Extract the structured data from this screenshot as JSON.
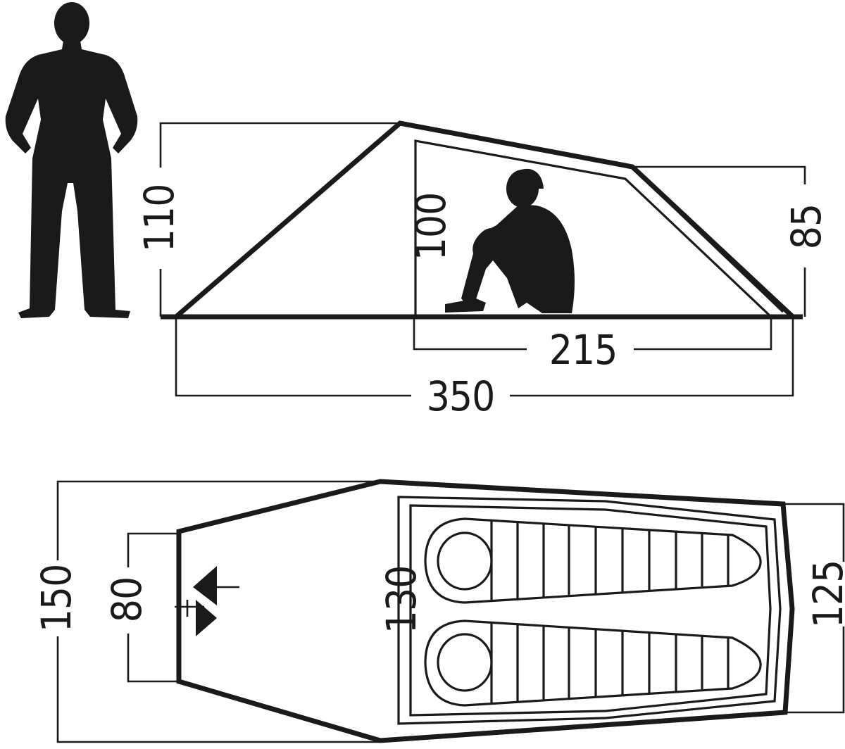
{
  "side_view": {
    "height_total": "110",
    "height_inner": "100",
    "height_rear": "85",
    "length_inner": "215",
    "length_total": "350"
  },
  "top_view": {
    "width_total": "150",
    "width_vestibule": "80",
    "width_inner": "130",
    "width_rear": "125"
  }
}
